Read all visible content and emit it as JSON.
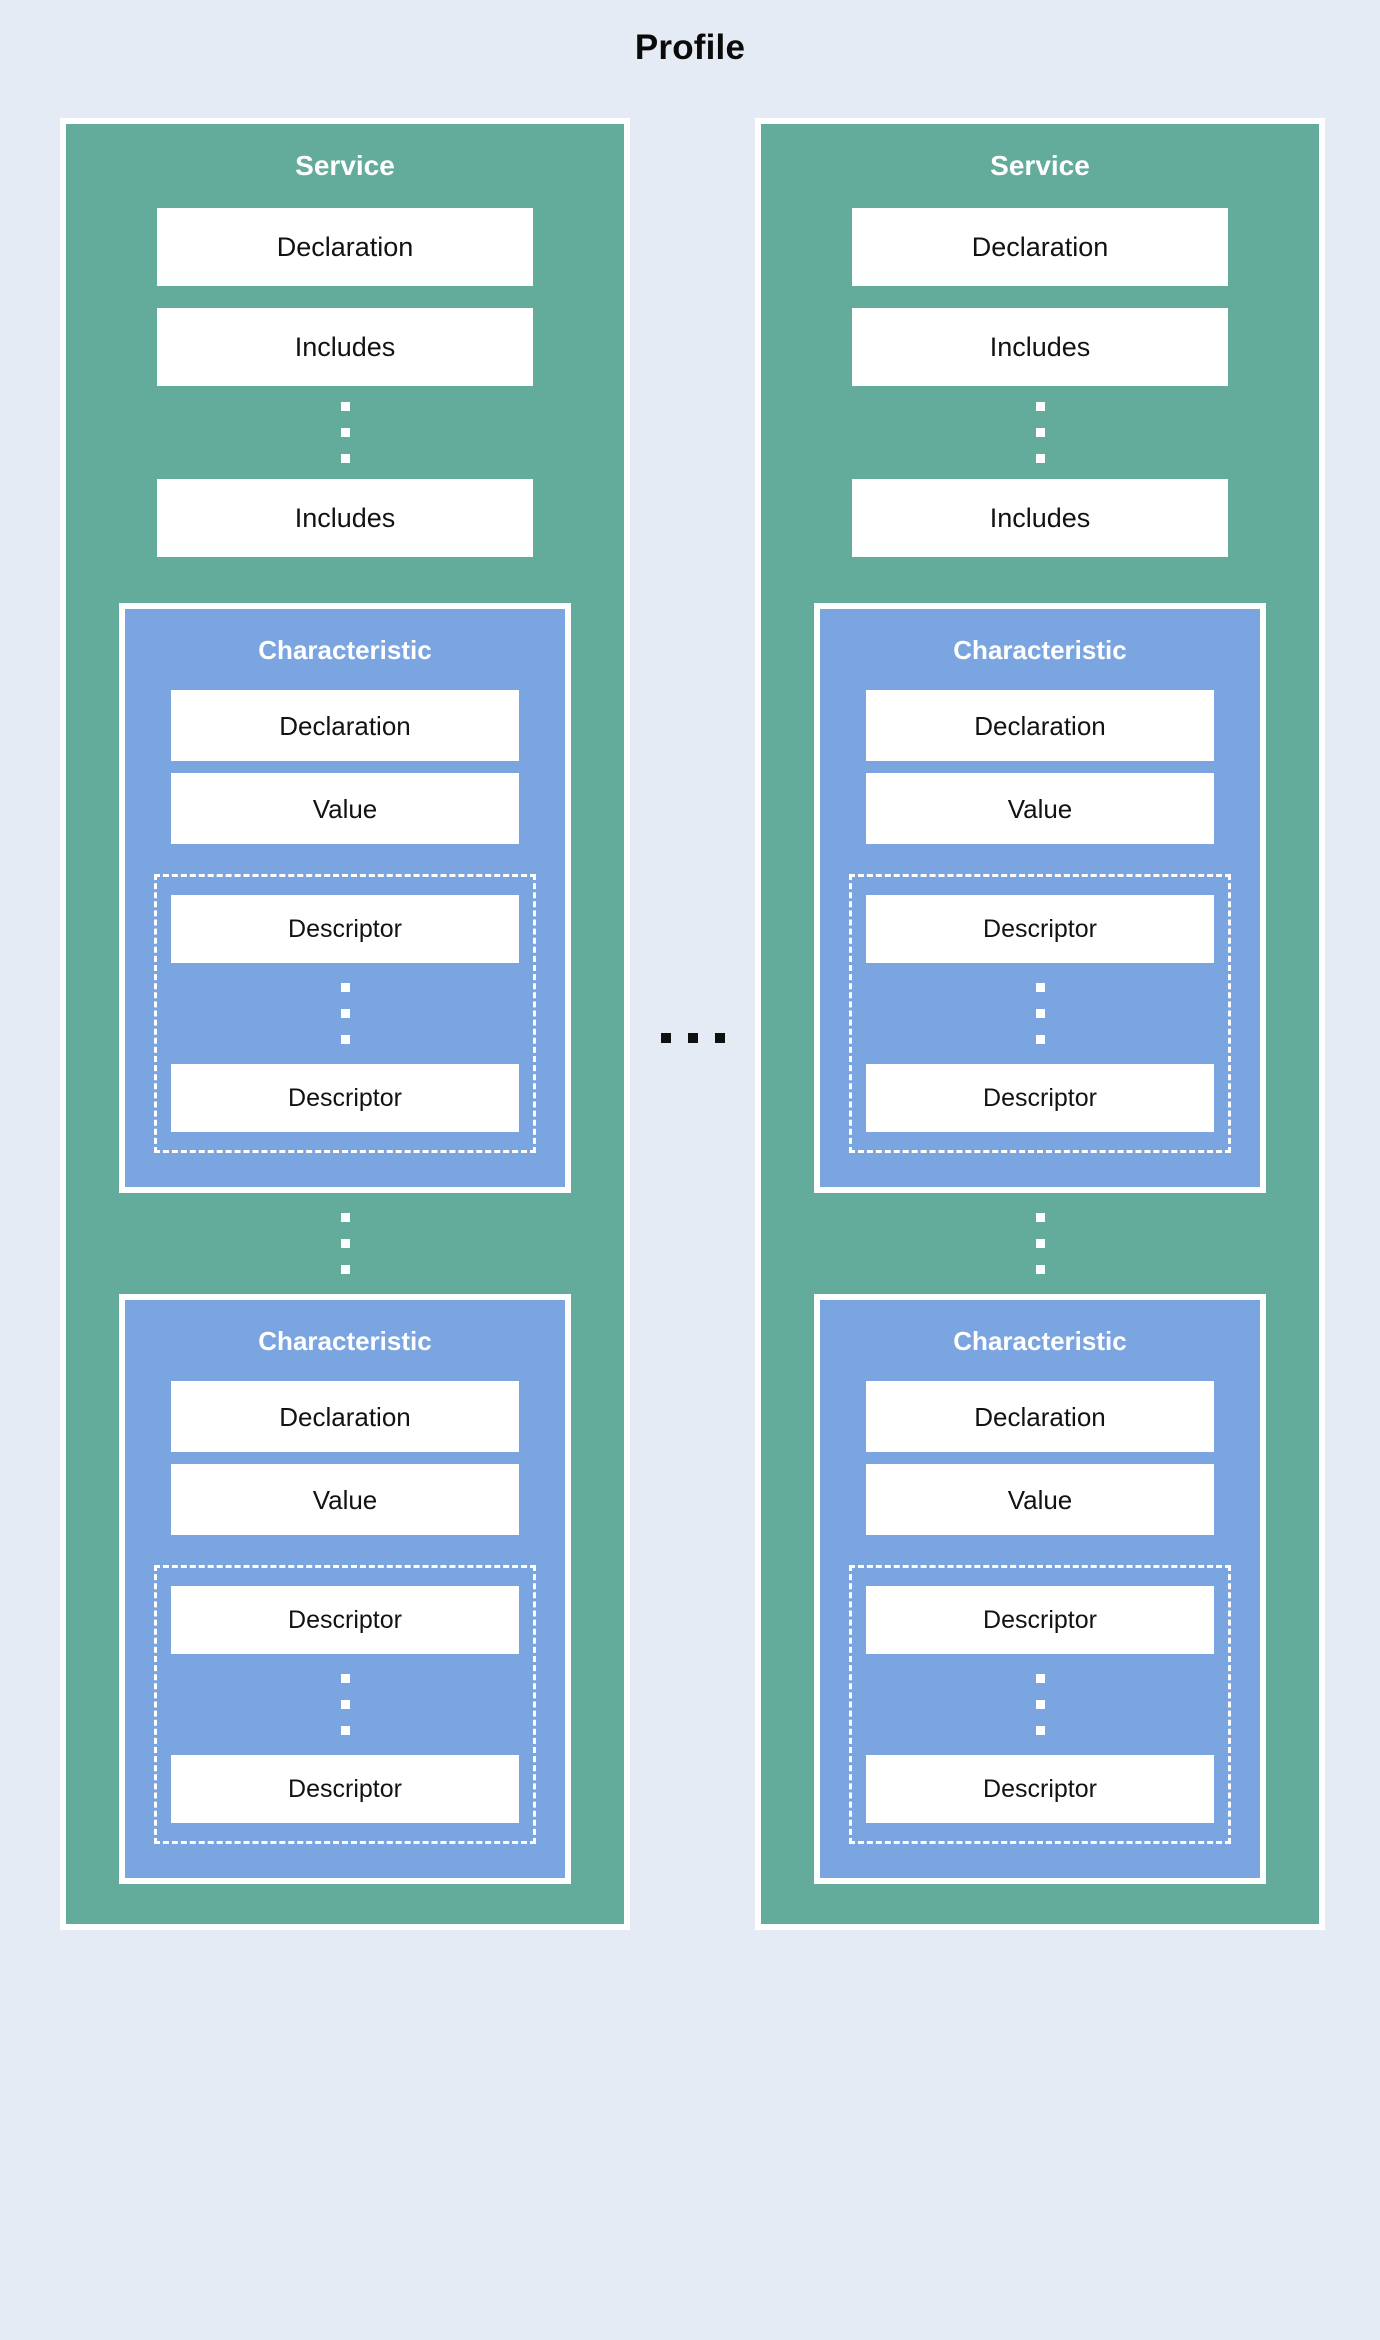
{
  "title": "Profile",
  "colors": {
    "background": "#e4ebf4",
    "service_fill": "#63ab9a",
    "characteristic_fill": "#7ba5e0",
    "box_fill": "#ffffff",
    "title_text": "#0a0a0a",
    "panel_border": "#ffffff",
    "dot_light": "#ffffff",
    "dot_dark": "#101010"
  },
  "labels": {
    "service": "Service",
    "characteristic": "Characteristic",
    "declaration": "Declaration",
    "includes": "Includes",
    "value": "Value",
    "descriptor": "Descriptor"
  },
  "columns": [
    {
      "id": "service-left",
      "title": "Service",
      "items": [
        {
          "label": "Declaration"
        },
        {
          "label": "Includes"
        }
      ],
      "ellipsis_after_index": 1,
      "tail_items": [
        {
          "label": "Includes"
        }
      ],
      "characteristics": [
        {
          "title": "Characteristic",
          "items": [
            {
              "label": "Declaration"
            },
            {
              "label": "Value"
            }
          ],
          "descriptors": [
            {
              "label": "Descriptor"
            },
            {
              "label": "Descriptor"
            }
          ]
        },
        {
          "title": "Characteristic",
          "items": [
            {
              "label": "Declaration"
            },
            {
              "label": "Value"
            }
          ],
          "descriptors": [
            {
              "label": "Descriptor"
            },
            {
              "label": "Descriptor"
            }
          ]
        }
      ]
    },
    {
      "id": "service-right",
      "title": "Service",
      "items": [
        {
          "label": "Declaration"
        },
        {
          "label": "Includes"
        }
      ],
      "ellipsis_after_index": 1,
      "tail_items": [
        {
          "label": "Includes"
        }
      ],
      "characteristics": [
        {
          "title": "Characteristic",
          "items": [
            {
              "label": "Declaration"
            },
            {
              "label": "Value"
            }
          ],
          "descriptors": [
            {
              "label": "Descriptor"
            },
            {
              "label": "Descriptor"
            }
          ]
        },
        {
          "title": "Characteristic",
          "items": [
            {
              "label": "Declaration"
            },
            {
              "label": "Value"
            }
          ],
          "descriptors": [
            {
              "label": "Descriptor"
            },
            {
              "label": "Descriptor"
            }
          ]
        }
      ]
    }
  ]
}
